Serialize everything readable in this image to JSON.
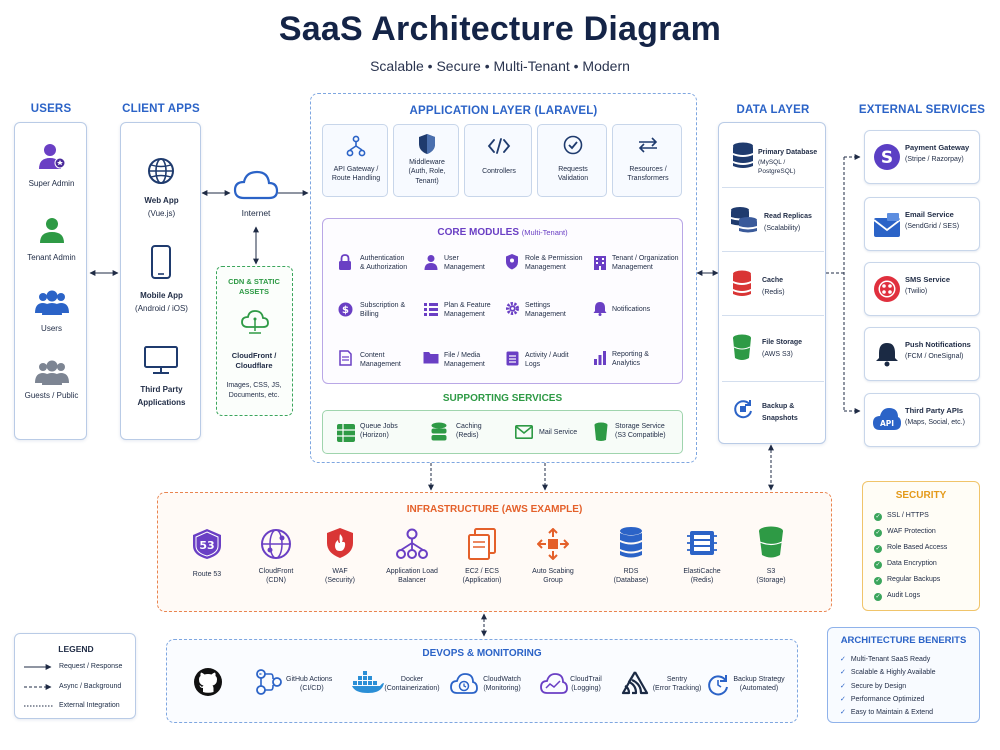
{
  "title": "SaaS Architecture Diagram",
  "subtitle": "Scalable • Secure • Multi-Tenant • Modern",
  "users": {
    "heading": "USERS",
    "items": [
      "Super Admin",
      "Tenant Admin",
      "Users",
      "Guests / Public"
    ]
  },
  "client_apps": {
    "heading": "CLIENT APPS",
    "items": [
      {
        "name": "Web App",
        "sub": "(Vue.js)"
      },
      {
        "name": "Mobile App",
        "sub": "(Android / iOS)"
      },
      {
        "name": "Third Party",
        "sub": "Applications"
      }
    ]
  },
  "internet": "Internet",
  "cdn": {
    "heading_1": "CDN & STATIC",
    "heading_2": "ASSETS",
    "name_1": "CloudFront /",
    "name_2": "Cloudflare",
    "desc_1": "Images, CSS, JS,",
    "desc_2": "Documents, etc."
  },
  "app_layer": {
    "heading": "APPLICATION LAYER (LARAVEL)",
    "cards": [
      {
        "l1": "API Gateway /",
        "l2": "Route Handling"
      },
      {
        "l1": "Middleware",
        "l2": "(Auth, Role,",
        "l3": "Tenant)"
      },
      {
        "l1": "Controllers",
        "l2": ""
      },
      {
        "l1": "Requests",
        "l2": "Validation"
      },
      {
        "l1": "Resources /",
        "l2": "Transformers"
      }
    ],
    "core_heading": "CORE MODULES",
    "core_suffix": "(Multi-Tenant)",
    "modules": [
      {
        "l1": "Authentication",
        "l2": "& Authorization"
      },
      {
        "l1": "User",
        "l2": "Management"
      },
      {
        "l1": "Role & Permission",
        "l2": "Management"
      },
      {
        "l1": "Tenant / Organization",
        "l2": "Management"
      },
      {
        "l1": "Subscription &",
        "l2": "Billing"
      },
      {
        "l1": "Plan & Feature",
        "l2": "Management"
      },
      {
        "l1": "Settings",
        "l2": "Management"
      },
      {
        "l1": "Notifications",
        "l2": ""
      },
      {
        "l1": "Content",
        "l2": "Management"
      },
      {
        "l1": "File / Media",
        "l2": "Management"
      },
      {
        "l1": "Activity / Audit",
        "l2": "Logs"
      },
      {
        "l1": "Reporting &",
        "l2": "Analytics"
      }
    ],
    "supporting_heading": "SUPPORTING SERVICES",
    "supporting": [
      {
        "l1": "Queue Jobs",
        "l2": "(Horizon)"
      },
      {
        "l1": "Caching",
        "l2": "(Redis)"
      },
      {
        "l1": "Mail Service",
        "l2": ""
      },
      {
        "l1": "Storage Service",
        "l2": "(S3 Compatible)"
      }
    ]
  },
  "data_layer": {
    "heading": "DATA LAYER",
    "items": [
      {
        "l1": "Primary Database",
        "l2": "(MySQL / PostgreSQL)"
      },
      {
        "l1": "Read Replicas",
        "l2": "(Scalability)"
      },
      {
        "l1": "Cache",
        "l2": "(Redis)"
      },
      {
        "l1": "File Storage",
        "l2": "(AWS S3)"
      },
      {
        "l1": "Backup &",
        "l2": "Snapshots"
      }
    ]
  },
  "external": {
    "heading": "EXTERNAL SERVICES",
    "items": [
      {
        "l1": "Payment Gateway",
        "l2": "(Stripe / Razorpay)"
      },
      {
        "l1": "Email Service",
        "l2": "(SendGrid / SES)"
      },
      {
        "l1": "SMS Service",
        "l2": "(Twilio)"
      },
      {
        "l1": "Push Notifications",
        "l2": "(FCM / OneSignal)"
      },
      {
        "l1": "Third Party APIs",
        "l2": "(Maps, Social, etc.)"
      }
    ],
    "api_badge": "API"
  },
  "infra": {
    "heading": "INFRASTRUCTURE (AWS EXAMPLE)",
    "items": [
      {
        "l1": "Route 53",
        "l2": ""
      },
      {
        "l1": "CloudFront",
        "l2": "(CDN)"
      },
      {
        "l1": "WAF",
        "l2": "(Security)"
      },
      {
        "l1": "Application Load",
        "l2": "Balancer"
      },
      {
        "l1": "EC2 / ECS",
        "l2": "(Application)"
      },
      {
        "l1": "Auto Scabing",
        "l2": "Group"
      },
      {
        "l1": "RDS",
        "l2": "(Database)"
      },
      {
        "l1": "ElastiCache",
        "l2": "(Redis)"
      },
      {
        "l1": "S3",
        "l2": "(Storage)"
      }
    ],
    "route53_badge": "53"
  },
  "security": {
    "heading": "SECURITY",
    "items": [
      "SSL / HTTPS",
      "WAF Protection",
      "Role Based Access",
      "Data Encryption",
      "Regular Backups",
      "Audit Logs"
    ]
  },
  "legend": {
    "heading": "LEGEND",
    "items": [
      "Request / Response",
      "Async / Background",
      "External Integration"
    ]
  },
  "devops": {
    "heading": "DEVOPS & MONITORING",
    "items": [
      {
        "l1": "GitHub Actions",
        "l2": "(CI/CD)"
      },
      {
        "l1": "Docker",
        "l2": "(Containerization)"
      },
      {
        "l1": "CloudWatch",
        "l2": "(Monitoring)"
      },
      {
        "l1": "CloudTrail",
        "l2": "(Logging)"
      },
      {
        "l1": "Sentry",
        "l2": "(Error Tracking)"
      },
      {
        "l1": "Backup Strategy",
        "l2": "(Automated)"
      }
    ]
  },
  "benefits": {
    "heading": "ARCHITECTURE BENERITS",
    "items": [
      "Multi-Tenant SaaS Ready",
      "Scalable & Highly Available",
      "Secure by Design",
      "Performance Optimized",
      "Easy to Maintain & Extend"
    ]
  },
  "colors": {
    "accent_blue": "#2b63c7",
    "core_purple": "#6a3fc4",
    "support_green": "#2e9a45",
    "infra_orange": "#e4602a",
    "security_orange": "#e49a1a",
    "redis_red": "#d93535"
  }
}
